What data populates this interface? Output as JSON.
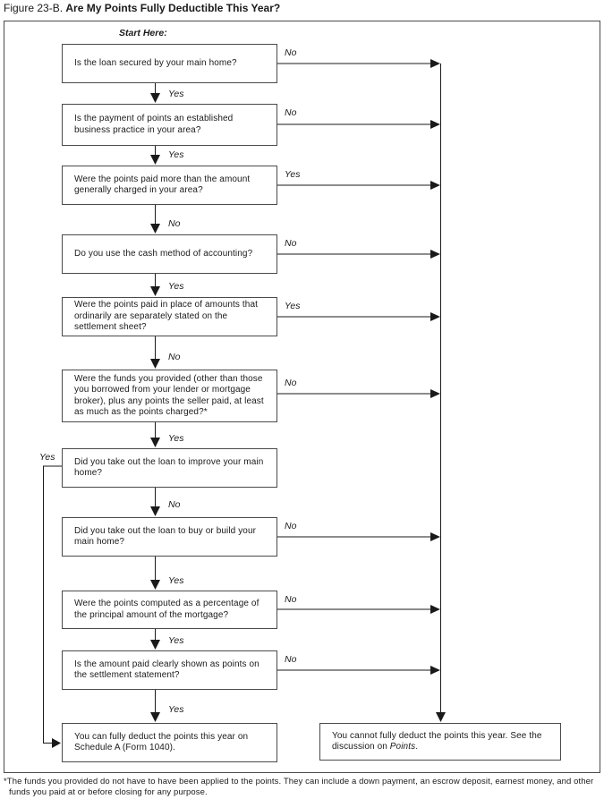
{
  "title": {
    "figure": "Figure 23-B.",
    "heading": "Are My Points Fully Deductible This Year?"
  },
  "start_here": "Start Here:",
  "questions": [
    "Is the loan secured by your main home?",
    "Is the payment of points an established business practice in your area?",
    "Were the points paid more than the amount generally charged in your area?",
    "Do you use the cash method of accounting?",
    "Were the points paid in place of amounts that ordinarily are separately stated on the settlement sheet?",
    "Were the funds you provided (other than those you borrowed from your lender or mortgage broker), plus any points the seller paid, at least as much as the points charged?*",
    "Did you take out the loan to improve your main home?",
    "Did you take out the loan to buy or build your main home?",
    "Were the points computed as a percentage of the principal amount of the mortgage?",
    "Is the amount paid clearly shown as points on the settlement statement?"
  ],
  "results": {
    "deductible": "You can fully deduct the points this year on Schedule A (Form 1040).",
    "not_deductible_pre": "You cannot fully deduct the points this year. See the discussion on ",
    "not_deductible_italic": "Points",
    "not_deductible_post": "."
  },
  "labels": {
    "q1_right": "No",
    "q1_down": "Yes",
    "q2_right": "No",
    "q2_down": "Yes",
    "q3_right": "Yes",
    "q3_down": "No",
    "q4_right": "No",
    "q4_down": "Yes",
    "q5_right": "Yes",
    "q5_down": "No",
    "q6_right": "No",
    "q6_down": "Yes",
    "q7_left": "Yes",
    "q7_down": "No",
    "q8_right": "No",
    "q8_down": "Yes",
    "q9_right": "No",
    "q9_down": "Yes",
    "q10_right": "No",
    "q10_down": "Yes"
  },
  "footnote": {
    "line1": "*The funds you provided do not have to have been applied to the points. They can include a down payment, an escrow deposit, earnest money, and other",
    "line2": "funds you paid at or before closing for any purpose."
  },
  "colors": {
    "line": "#1a1a1a",
    "box_border": "#4a4a4a",
    "text": "#1a1a1a",
    "background": "#ffffff"
  }
}
